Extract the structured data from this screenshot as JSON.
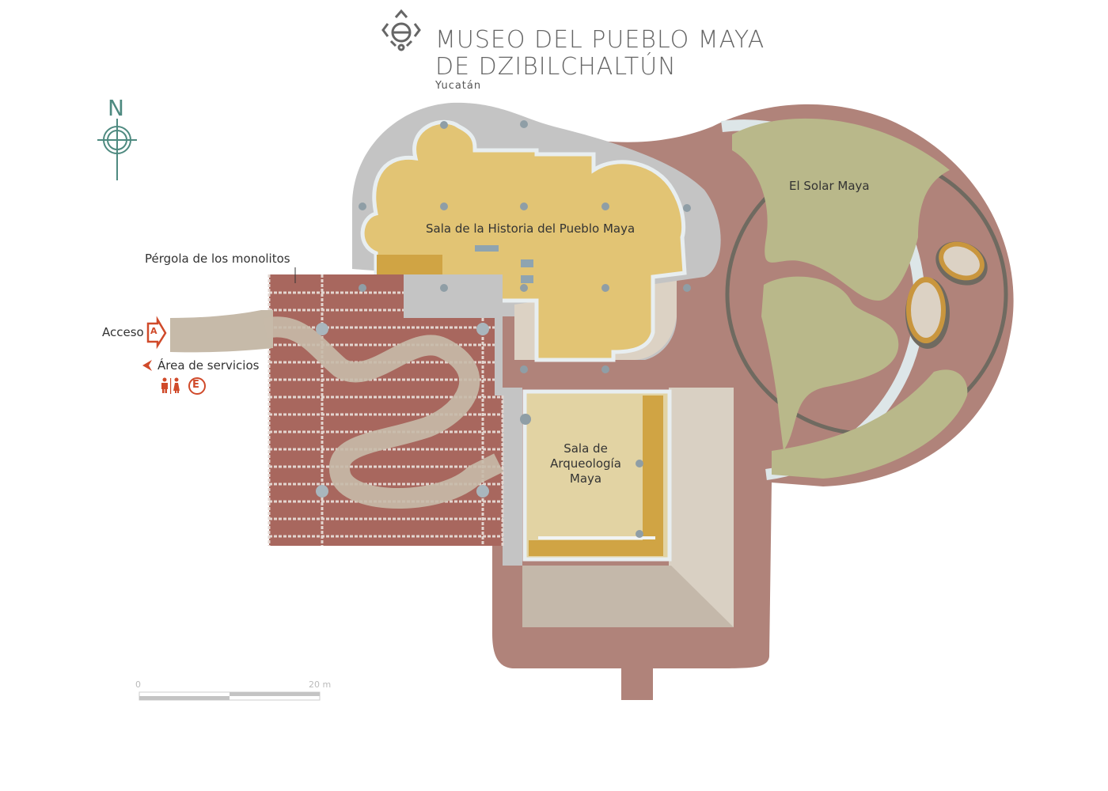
{
  "header": {
    "title_line1": "MUSEO DEL PUEBLO MAYA",
    "title_line2": "DE DZIBILCHALTÚN",
    "subtitle": "Yucatán",
    "logo_icon": "maya-glyph-logo"
  },
  "compass": {
    "label": "N",
    "color": "#4e8a80"
  },
  "labels": {
    "sala_historia": "Sala de la Historia del Pueblo Maya",
    "sala_arqueologia": [
      "Sala de",
      "Arqueología",
      "Maya"
    ],
    "solar_maya": "El Solar Maya",
    "pergola": "Pérgola de los monolitos",
    "acceso": "Acceso",
    "acceso_icon_letter": "A",
    "servicios": "Área de servicios",
    "exit_icon_letter": "E"
  },
  "scale_bar": {
    "start": "0",
    "end": "20 m"
  },
  "colors": {
    "terrain": "#b0837a",
    "garden": "#b9b88a",
    "room": "#e2c474",
    "room2": "#e2d3a3",
    "gold": "#d0a444",
    "pergola": "#a8675e",
    "path": "#c6baa9",
    "accent": "#d04a2a"
  }
}
